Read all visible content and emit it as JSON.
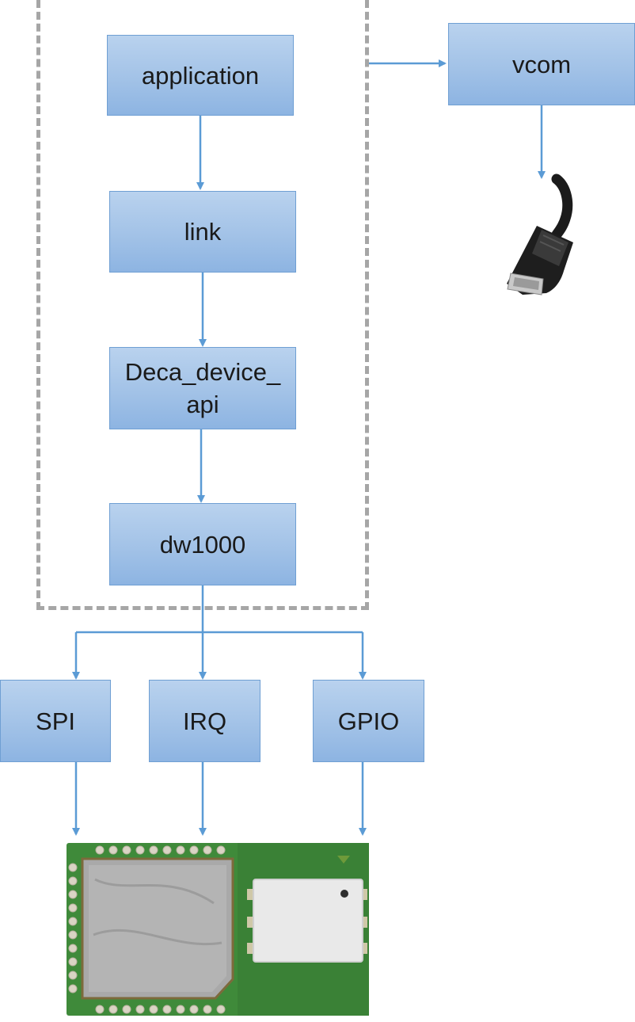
{
  "diagram": {
    "nodes": {
      "application": "application",
      "link": "link",
      "deca_device_api": "Deca_device_api",
      "dw1000": "dw1000",
      "vcom": "vcom",
      "spi": "SPI",
      "irq": "IRQ",
      "gpio": "GPIO"
    },
    "edges": [
      [
        "application",
        "link"
      ],
      [
        "link",
        "deca_device_api"
      ],
      [
        "deca_device_api",
        "dw1000"
      ],
      [
        "dw1000",
        "spi"
      ],
      [
        "dw1000",
        "irq"
      ],
      [
        "dw1000",
        "gpio"
      ],
      [
        "group",
        "vcom"
      ],
      [
        "vcom",
        "usb_connector"
      ],
      [
        "spi",
        "dw1000_module"
      ],
      [
        "irq",
        "dw1000_module"
      ],
      [
        "gpio",
        "dw1000_module"
      ]
    ],
    "images": {
      "usb_connector": "micro-usb-cable-icon",
      "module_board": "dw1000-module-board-icon"
    },
    "colors": {
      "box_fill_top": "#b9d2ee",
      "box_fill_bottom": "#8db4e2",
      "box_border": "#6f9fd3",
      "arrow": "#5b9bd5",
      "group_border": "#a6a6a6",
      "pcb_green": "#3f8a3a",
      "shield_metal": "#a8a8a8"
    }
  }
}
